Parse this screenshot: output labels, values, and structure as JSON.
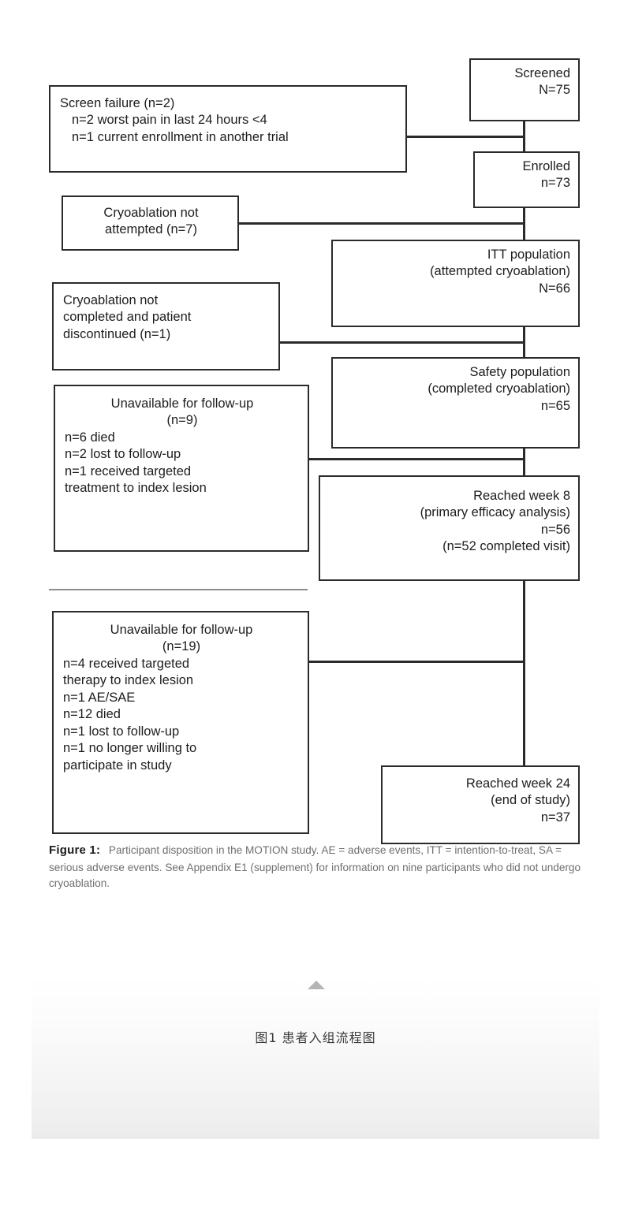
{
  "figure": {
    "caption_label": "Figure 1:",
    "caption_text": "Participant disposition in the MOTION study. AE = adverse events, ITT = intention-to-treat, SA = serious adverse events. See Appendix E1 (supplement) for information on nine participants who did not undergo cryoablation.",
    "chinese_caption": "图1  患者入组流程图",
    "collapse_icon": "triangle-up-icon"
  },
  "chart_data": {
    "type": "diagram",
    "title": "Participant disposition in the MOTION study",
    "nodes": [
      {
        "id": "screened",
        "label": "Screened",
        "value_label": "N=75",
        "n": 75,
        "column": "main"
      },
      {
        "id": "enrolled",
        "label": "Enrolled",
        "value_label": "n=73",
        "n": 73,
        "column": "main"
      },
      {
        "id": "itt",
        "label": "ITT population",
        "sub": "(attempted cryoablation)",
        "value_label": "N=66",
        "n": 66,
        "column": "main"
      },
      {
        "id": "safety",
        "label": "Safety population",
        "sub": "(completed cryoablation)",
        "value_label": "n=65",
        "n": 65,
        "column": "main"
      },
      {
        "id": "week8",
        "label": "Reached week 8",
        "sub": "(primary efficacy analysis)",
        "value_label": "n=56",
        "n": 56,
        "extra": "(n=52 completed visit)",
        "column": "main"
      },
      {
        "id": "week24",
        "label": "Reached week 24",
        "sub": "(end of study)",
        "value_label": "n=37",
        "n": 37,
        "column": "main"
      },
      {
        "id": "screenfail",
        "label": "Screen failure (n=2)",
        "n": 2,
        "column": "exclusion"
      },
      {
        "id": "notattempt",
        "label": "Cryoablation not attempted (n=7)",
        "n": 7,
        "column": "exclusion"
      },
      {
        "id": "notcomplete",
        "label": "Cryoablation not completed and patient discontinued (n=1)",
        "n": 1,
        "column": "exclusion"
      },
      {
        "id": "unavail9",
        "label": "Unavailable for follow-up (n=9)",
        "n": 9,
        "column": "exclusion"
      },
      {
        "id": "unavail19",
        "label": "Unavailable for follow-up (n=19)",
        "n": 19,
        "column": "exclusion"
      }
    ],
    "edges": [
      {
        "from": "screened",
        "to": "enrolled"
      },
      {
        "from": "screened",
        "to": "screenfail"
      },
      {
        "from": "enrolled",
        "to": "itt"
      },
      {
        "from": "enrolled",
        "to": "notattempt"
      },
      {
        "from": "itt",
        "to": "safety"
      },
      {
        "from": "itt",
        "to": "notcomplete"
      },
      {
        "from": "safety",
        "to": "week8"
      },
      {
        "from": "safety",
        "to": "unavail9"
      },
      {
        "from": "week8",
        "to": "week24"
      },
      {
        "from": "week8",
        "to": "unavail19"
      }
    ]
  },
  "boxes": {
    "screened": {
      "line1": "Screened",
      "line2": "N=75"
    },
    "enrolled": {
      "line1": "Enrolled",
      "line2": "n=73"
    },
    "itt": {
      "line1": "ITT population",
      "line2": "(attempted cryoablation)",
      "line3": "N=66"
    },
    "safety": {
      "line1": "Safety population",
      "line2": "(completed cryoablation)",
      "line3": "n=65"
    },
    "week8": {
      "line1": "Reached week 8",
      "line2": "(primary efficacy analysis)",
      "line3": "n=56",
      "line4": "(n=52 completed visit)"
    },
    "week24": {
      "line1": "Reached week 24",
      "line2": "(end of study)",
      "line3": "n=37"
    },
    "screenfail": {
      "line1": "Screen failure (n=2)",
      "line2": "n=2 worst pain in last 24 hours <4",
      "line3": "n=1 current enrollment in another trial"
    },
    "notattempt": {
      "line1": "Cryoablation not",
      "line2": "attempted (n=7)"
    },
    "notcomplete": {
      "line1": "Cryoablation not",
      "line2": "completed and patient",
      "line3": "discontinued (n=1)"
    },
    "unavail9": {
      "line1": "Unavailable for follow-up",
      "line2": "(n=9)",
      "line3": "n=6 died",
      "line4": "n=2 lost to follow-up",
      "line5": "n=1 received targeted",
      "line6": "treatment to index lesion"
    },
    "unavail19": {
      "line1": "Unavailable for follow-up",
      "line2": "(n=19)",
      "line3": "n=4 received targeted",
      "line4": "therapy to index lesion",
      "line5": "n=1 AE/SAE",
      "line6": "n=12 died",
      "line7": "n=1 lost to follow-up",
      "line8": "n=1 no longer willing to",
      "line9": "participate in study"
    }
  }
}
